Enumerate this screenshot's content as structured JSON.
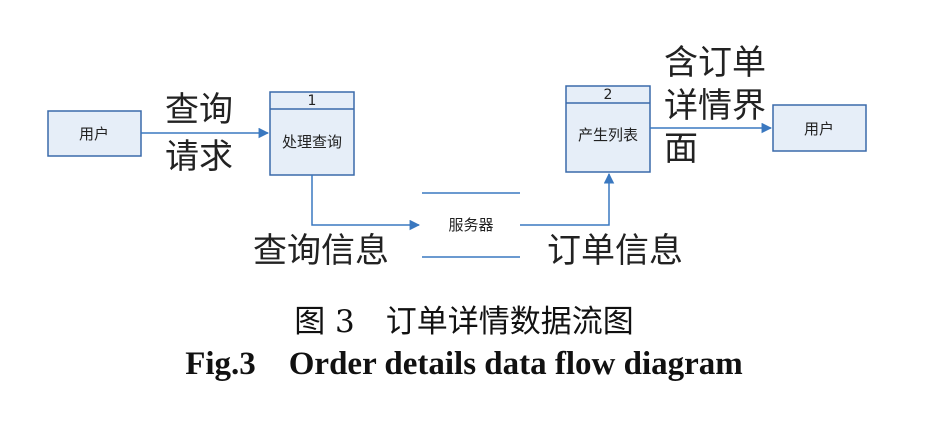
{
  "colors": {
    "box_fill": "#e6eef8",
    "box_stroke": "#3a6aaa",
    "line": "#3a78c0",
    "text": "#222222"
  },
  "entities": {
    "user_left": "用户",
    "user_right": "用户"
  },
  "processes": [
    {
      "id": "1",
      "label": "处理查询"
    },
    {
      "id": "2",
      "label": "产生列表"
    }
  ],
  "datastore": {
    "label": "服务器"
  },
  "flows": {
    "query_request": [
      "查询",
      "请求"
    ],
    "query_info": "查询信息",
    "order_info": "订单信息",
    "order_detail_page": [
      "含订单",
      "详情界",
      "面"
    ]
  },
  "caption": {
    "cn": "图 3　订单详情数据流图",
    "en": "Fig.3    Order details data flow diagram"
  }
}
